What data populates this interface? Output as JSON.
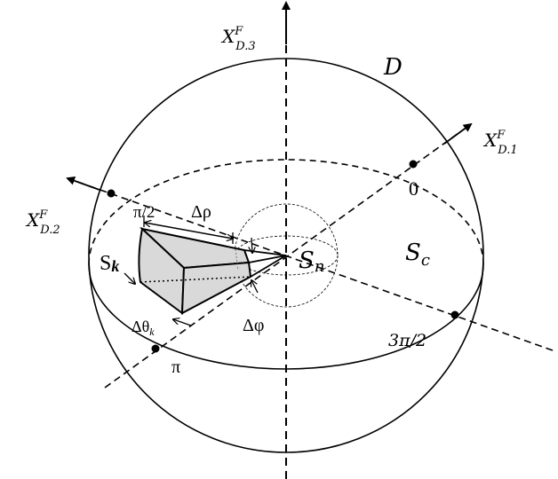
{
  "labels": {
    "axis3": "X",
    "axis3_sup": "F",
    "axis3_sub": "D.3",
    "axis1": "X",
    "axis1_sup": "F",
    "axis1_sub": "D.1",
    "axis2": "X",
    "axis2_sup": "F",
    "axis2_sub": "D.2",
    "domain": "D",
    "angle_half_pi": "π/2",
    "angle_zero": "0",
    "angle_three_half_pi": "3π/2",
    "angle_pi": "π",
    "delta_rho": "Δρ",
    "delta_phi": "Δφ",
    "delta_theta": "Δθ",
    "delta_theta_sub": "k",
    "sk": "S",
    "sk_sub": "k",
    "sn": "S",
    "sn_sub": "n",
    "sc": "S",
    "sc_sub": "c"
  },
  "colors": {
    "line": "#000000",
    "wedge_fill": "#d9d9d9"
  }
}
